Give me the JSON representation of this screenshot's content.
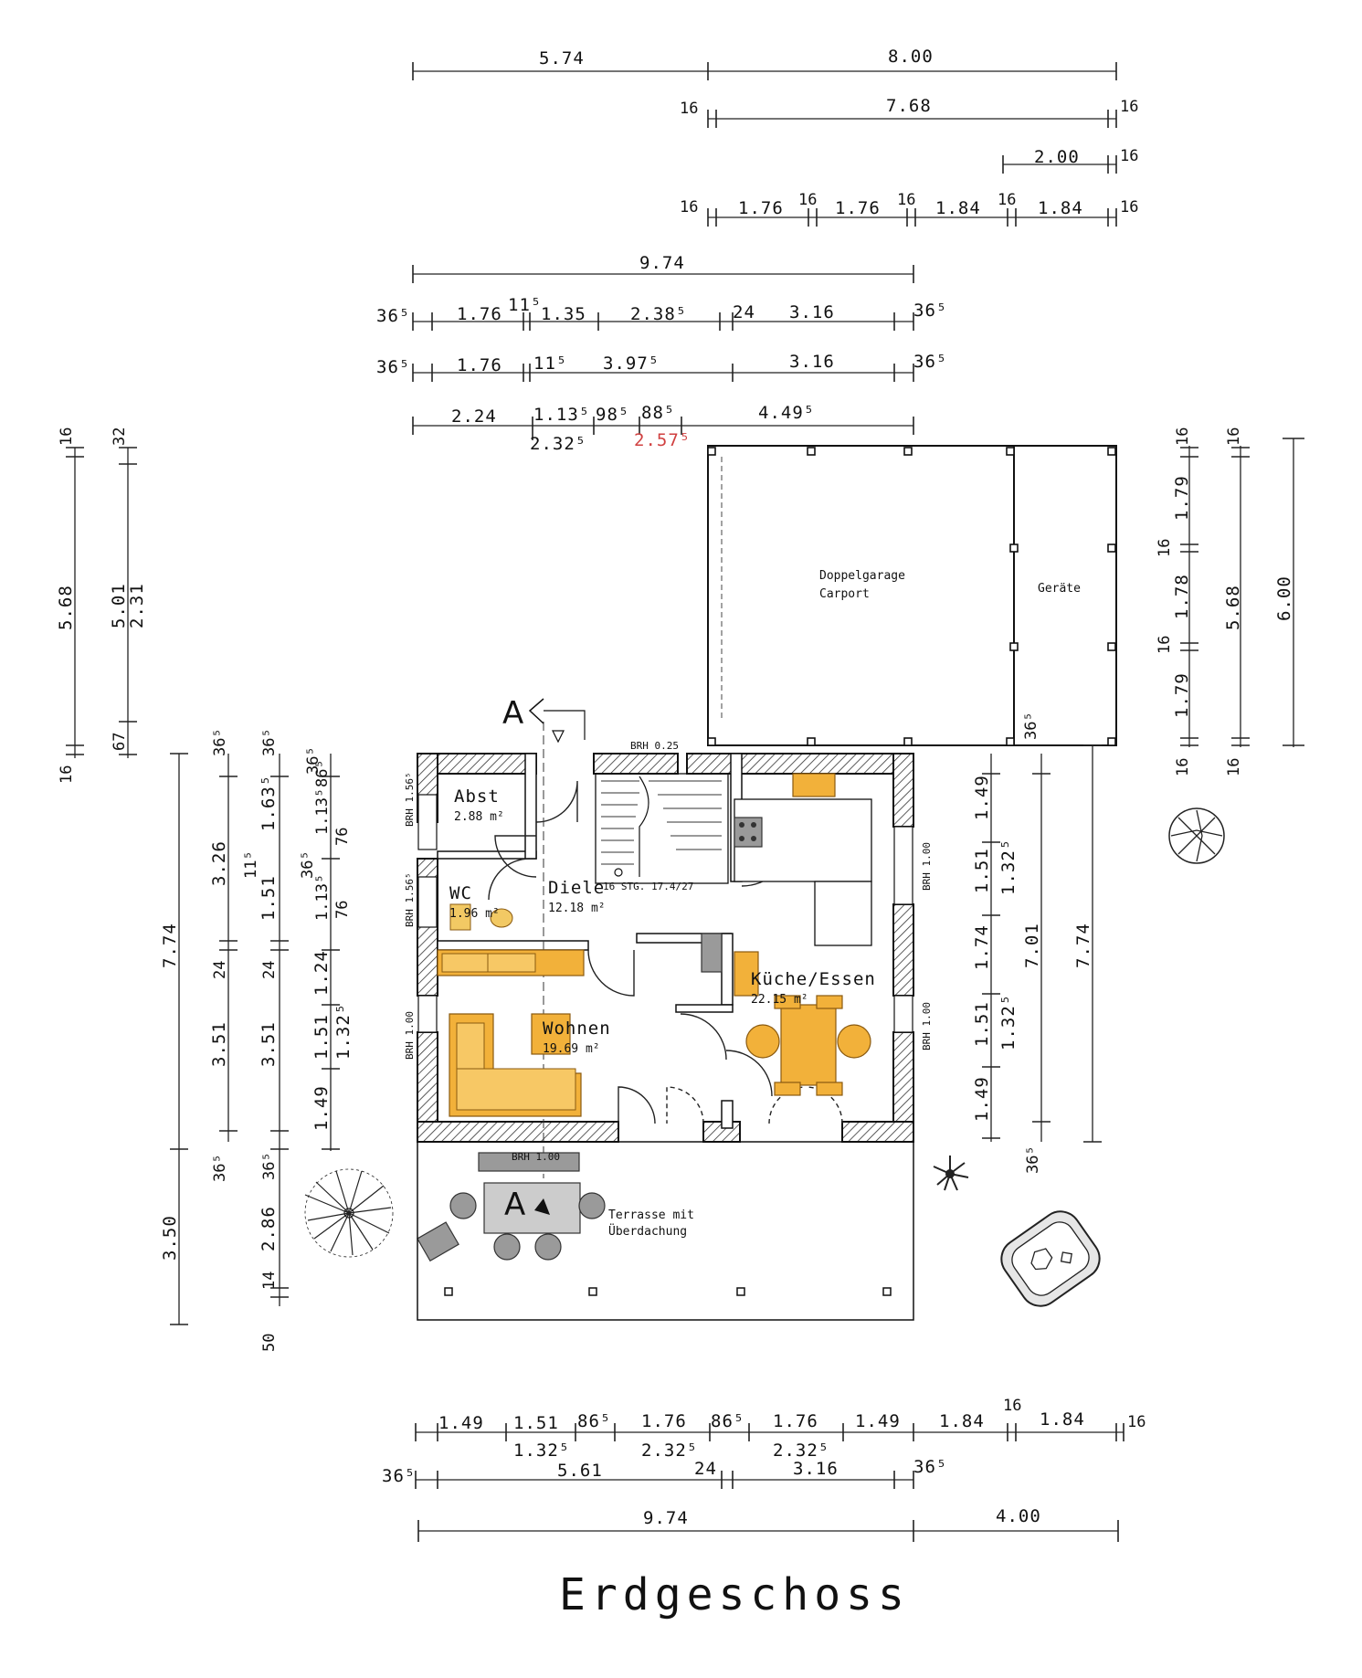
{
  "drawing_title": "Erdgeschoss",
  "section_marker": "A",
  "rooms": {
    "abst": {
      "name": "Abst",
      "area": "2.88 m²"
    },
    "wc": {
      "name": "WC",
      "area": "1.96 m²"
    },
    "diele": {
      "name": "Diele",
      "area": "12.18 m²"
    },
    "wohnen": {
      "name": "Wohnen",
      "area": "19.69 m²"
    },
    "kueche": {
      "name": "Küche/Essen",
      "area": "22.15 m²"
    },
    "garage": {
      "name": "Doppelgarage",
      "name2": "Carport"
    },
    "geraete": {
      "name": "Geräte"
    },
    "terrasse": {
      "name": "Terrasse mit",
      "name2": "Überdachung"
    }
  },
  "notes": {
    "stairs": "16 STG. 17.4/27",
    "brh_top": "BRH 0.25",
    "brh_156a": "BRH 1.56⁵",
    "brh_156b": "BRH 1.56⁵",
    "brh_100_left": "BRH 1.00",
    "brh_100_right_a": "BRH 1.00",
    "brh_100_right_b": "BRH 1.00",
    "brh_terrace": "BRH 1.00"
  },
  "dims_top": {
    "r1": [
      "5.74",
      "8.00"
    ],
    "r2": [
      "16",
      "7.68",
      "16"
    ],
    "r3": [
      "2.00",
      "16"
    ],
    "r4": [
      "16",
      "1.76",
      "16",
      "1.76",
      "16",
      "1.84",
      "16",
      "1.84",
      "16"
    ],
    "r5": [
      "9.74"
    ],
    "r6": [
      "36⁵",
      "1.76",
      "11⁵",
      "1.35",
      "2.38⁵",
      "24",
      "3.16",
      "36⁵"
    ],
    "r7": [
      "36⁵",
      "1.76",
      "11⁵",
      "3.97⁵",
      "3.16",
      "36⁵"
    ],
    "r8": [
      "2.24",
      "1.13⁵",
      "98⁵",
      "88⁵",
      "4.49⁵"
    ],
    "r8b": [
      "2.32⁵",
      "2.57⁵"
    ]
  },
  "dims_bottom": {
    "r1": [
      "1.49",
      "1.51",
      "86⁵",
      "1.76",
      "86⁵",
      "1.76",
      "1.49",
      "1.84",
      "16",
      "1.84",
      "16"
    ],
    "r1b": [
      "1.32⁵",
      "2.32⁵",
      "2.32⁵"
    ],
    "r2": [
      "36⁵",
      "5.61",
      "24",
      "3.16",
      "36⁵"
    ],
    "r3": [
      "9.74",
      "4.00"
    ]
  },
  "dims_left": {
    "garage_outer": [
      "16",
      "5.68",
      "16"
    ],
    "garage_inner": [
      "32",
      "5.01",
      "2.31",
      "67"
    ],
    "c1": [
      "7.74",
      "3.50"
    ],
    "c2": [
      "36⁵",
      "3.26",
      "24",
      "3.51",
      "36⁵"
    ],
    "c3": [
      "36⁵",
      "1.63⁵",
      "1.51",
      "11⁵",
      "24",
      "3.51",
      "36⁵",
      "2.86",
      "14",
      "50"
    ],
    "c4": [
      "36⁵",
      "1.13⁵",
      "86⁵",
      "76",
      "1.13⁵",
      "36⁵",
      "76",
      "1.24",
      "1.51",
      "1.49",
      "1.32⁵"
    ]
  },
  "dims_right": {
    "house_a": [
      "1.49",
      "1.51",
      "1.74",
      "1.51",
      "1.49"
    ],
    "house_b": [
      "1.32⁵",
      "1.32⁵"
    ],
    "house_c": [
      "7.01",
      "36⁵"
    ],
    "house_d": [
      "7.74"
    ],
    "garage_a": [
      "16",
      "1.79",
      "16",
      "1.78",
      "16",
      "1.79",
      "16"
    ],
    "garage_b": [
      "16",
      "5.68",
      "16"
    ],
    "garage_c": [
      "6.00"
    ],
    "garage_36": "36⁵"
  }
}
